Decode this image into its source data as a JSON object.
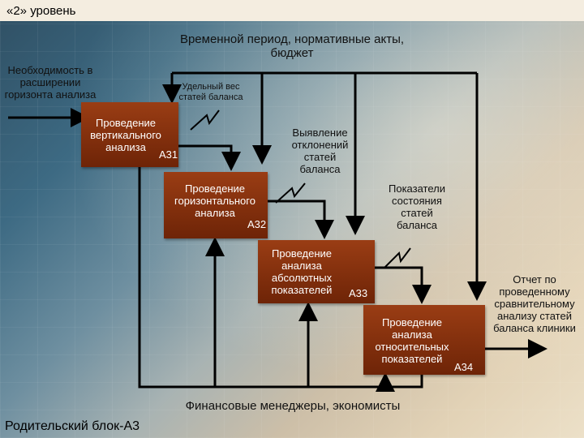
{
  "header": {
    "level_title": "«2» уровень"
  },
  "labels": {
    "controls": "Временной период, нормативные акты, бюджет",
    "input_need": "Необходимость в расширении горизонта анализа",
    "specific_weight": "Удельный вес статей баланса",
    "deviations": "Выявление отклонений статей баланса",
    "indicators": "Показатели состояния статей баланса",
    "report": "Отчет по проведенному сравнительному анализу статей баланса клиники",
    "mechanism": "Финансовые менеджеры, экономисты",
    "parent_block": "Родительский блок-А3"
  },
  "blocks": [
    {
      "label": "Проведение вертикального анализа",
      "code": "А31"
    },
    {
      "label": "Проведение горизонтального анализа",
      "code": "А32"
    },
    {
      "label": "Проведение анализа абсолютных показателей",
      "code": "А33"
    },
    {
      "label": "Проведение анализа относительных показателей",
      "code": "А34"
    }
  ],
  "colors": {
    "block_fill": "#8a3210",
    "line": "#000000",
    "top_band": "#f4ede0"
  }
}
